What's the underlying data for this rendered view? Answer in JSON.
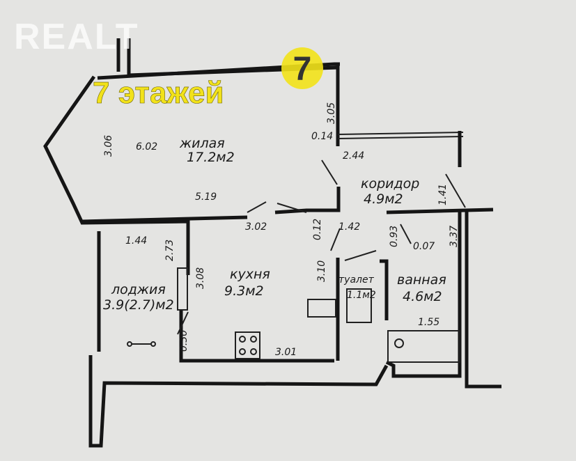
{
  "watermark": "REALT",
  "badge": {
    "text": "7 этажей",
    "number": "7",
    "color": "#f2e21a"
  },
  "rooms": {
    "living": {
      "name": "жилая",
      "area": "17.2м2"
    },
    "corridor": {
      "name": "коридор",
      "area": "4.9м2"
    },
    "kitchen": {
      "name": "кухня",
      "area": "9.3м2"
    },
    "loggia": {
      "name": "лоджия",
      "area": "3.9(2.7)м2"
    },
    "toilet": {
      "name": "туалет",
      "area": "1.1м2"
    },
    "bathroom": {
      "name": "ванная",
      "area": "4.6м2"
    }
  },
  "dimensions": {
    "d306": "3.06",
    "d602": "6.02",
    "d305": "3.05",
    "d014": "0.14",
    "d244": "2.44",
    "d519": "5.19",
    "d141": "1.41",
    "d302": "3.02",
    "d012": "0.12",
    "d142": "1.42",
    "d093": "0.93",
    "d007": "0.07",
    "d337": "3.37",
    "d144": "1.44",
    "d273": "2.73",
    "d308": "3.08",
    "d310": "3.10",
    "d155": "1.55",
    "d030": "0.30",
    "d301": "3.01"
  }
}
